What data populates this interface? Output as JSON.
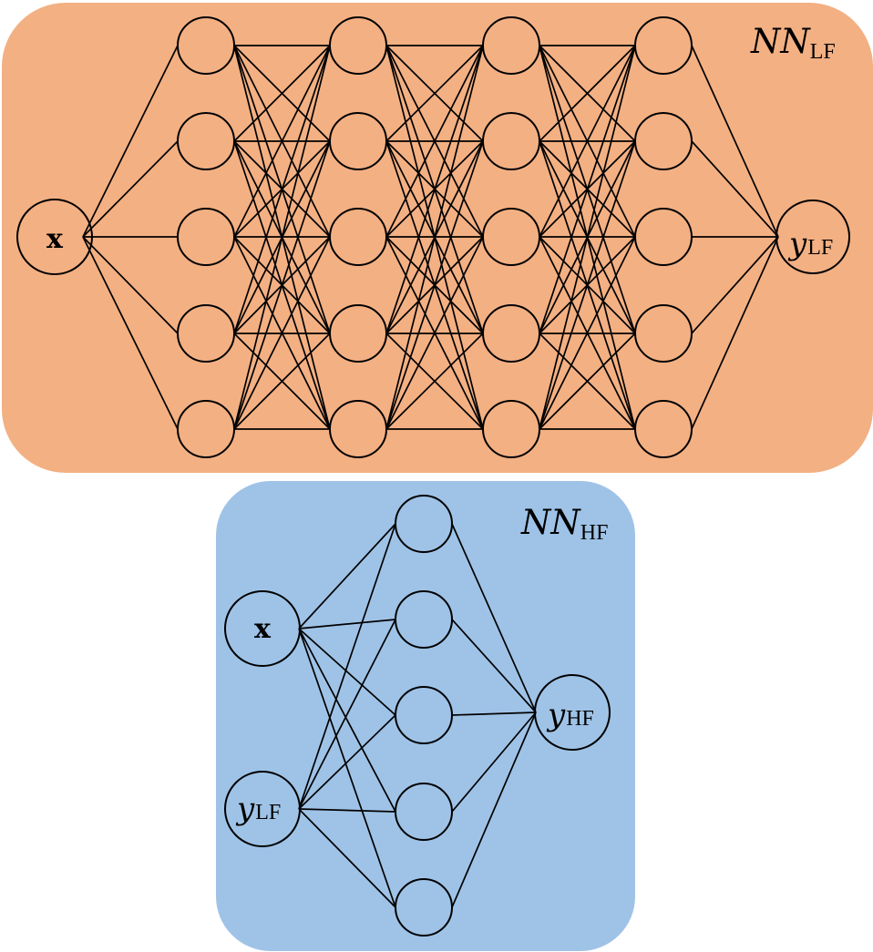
{
  "colors": {
    "lf_panel": "#f3b083",
    "hf_panel": "#9fc3e7",
    "stroke": "#000000"
  },
  "nn_lf": {
    "title_main": "NN",
    "title_sub": "LF",
    "input_label": "x",
    "output_label_main": "y",
    "output_label_sub": "LF",
    "hidden_layers": 4,
    "neurons_per_layer": 5
  },
  "nn_hf": {
    "title_main": "NN",
    "title_sub": "HF",
    "input_x_label": "x",
    "input_y_main": "y",
    "input_y_sub": "LF",
    "output_label_main": "y",
    "output_label_sub": "HF",
    "hidden_layers": 1,
    "neurons_per_layer": 5
  }
}
